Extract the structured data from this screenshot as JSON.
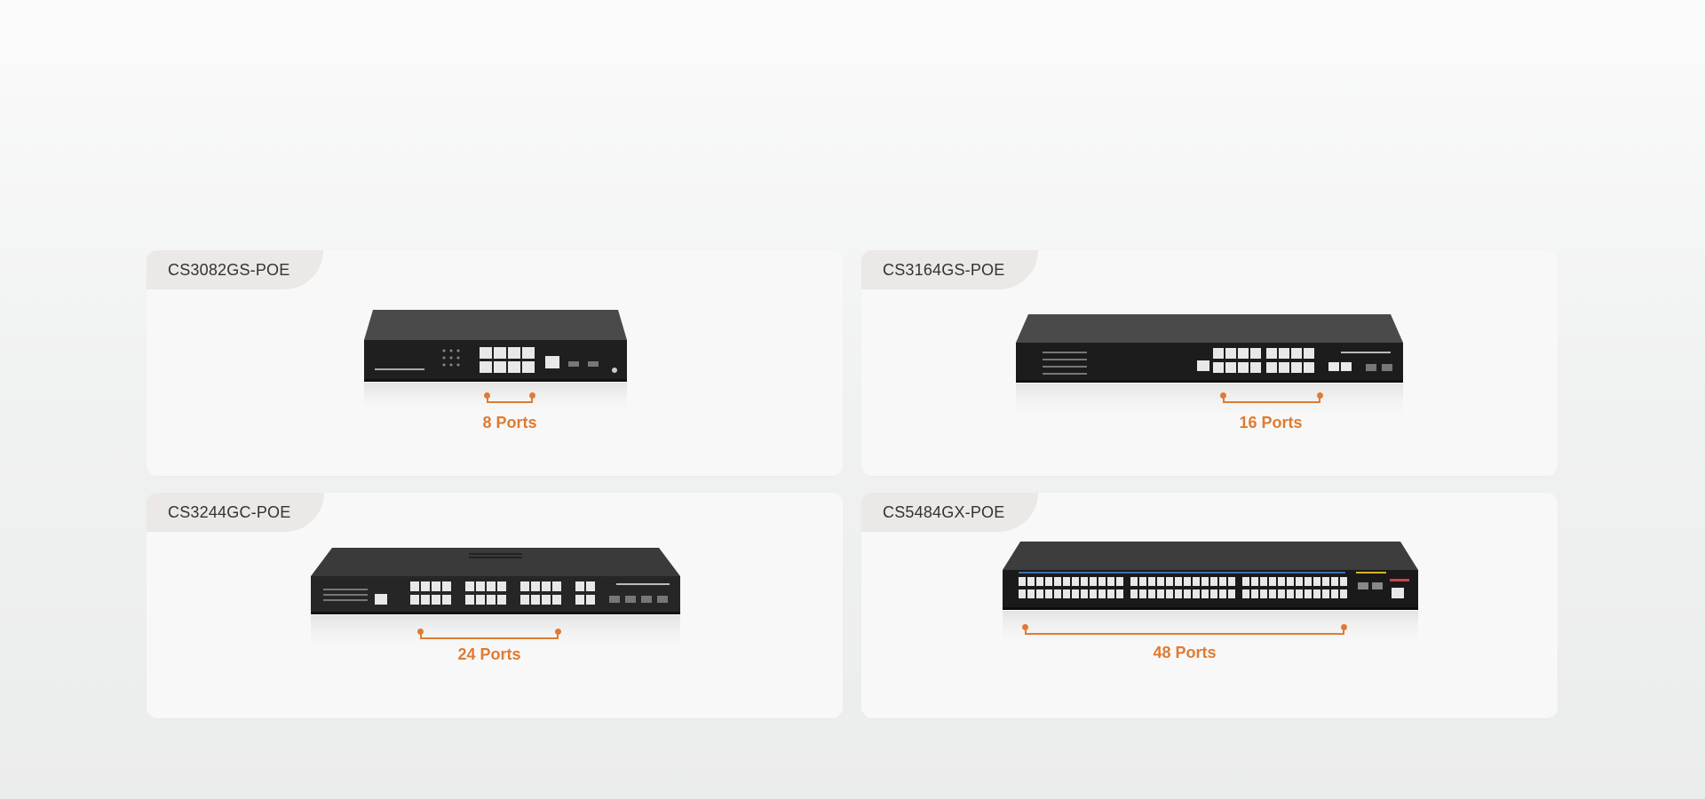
{
  "products": [
    {
      "model": "CS3082GS-POE",
      "ports_label": "8 Ports",
      "port_count": 8
    },
    {
      "model": "CS3164GS-POE",
      "ports_label": "16 Ports",
      "port_count": 16
    },
    {
      "model": "CS3244GC-POE",
      "ports_label": "24 Ports",
      "port_count": 24
    },
    {
      "model": "CS5484GX-POE",
      "ports_label": "48 Ports",
      "port_count": 48
    }
  ],
  "colors": {
    "accent": "#e07b31",
    "card": "#f8f8f8",
    "tag": "#ebe8e5",
    "switch_body": "#2b2b2b"
  },
  "icons": [
    "switch-device-image",
    "bracket-marker"
  ]
}
